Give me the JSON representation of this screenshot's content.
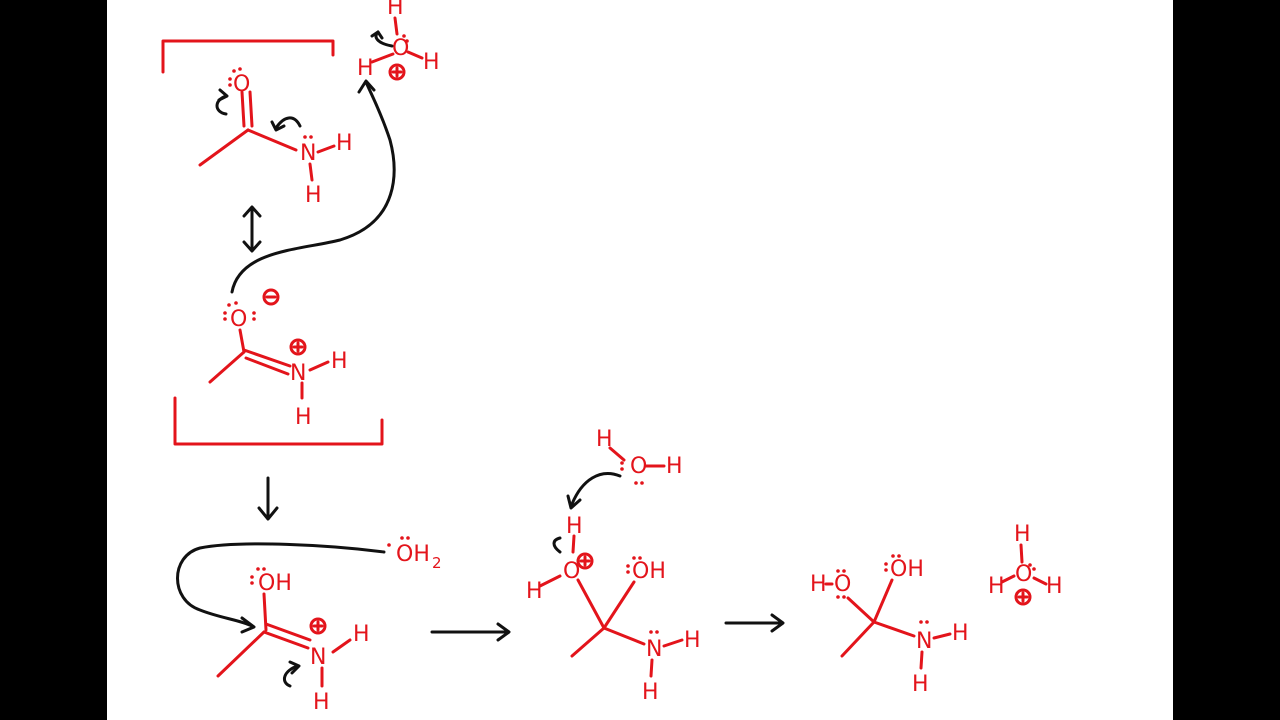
{
  "canvas": {
    "background": "#ffffff",
    "frame_color": "#000000",
    "ink_red": "#e3141b",
    "ink_black": "#111111"
  },
  "labels": {
    "oxygen": "O",
    "nitrogen": "N",
    "hydrogen": "H",
    "hydroxyl": "OH",
    "water_oxygen_prefix": "OH",
    "subscript_two": "2",
    "plus": "+",
    "minus": "−"
  }
}
